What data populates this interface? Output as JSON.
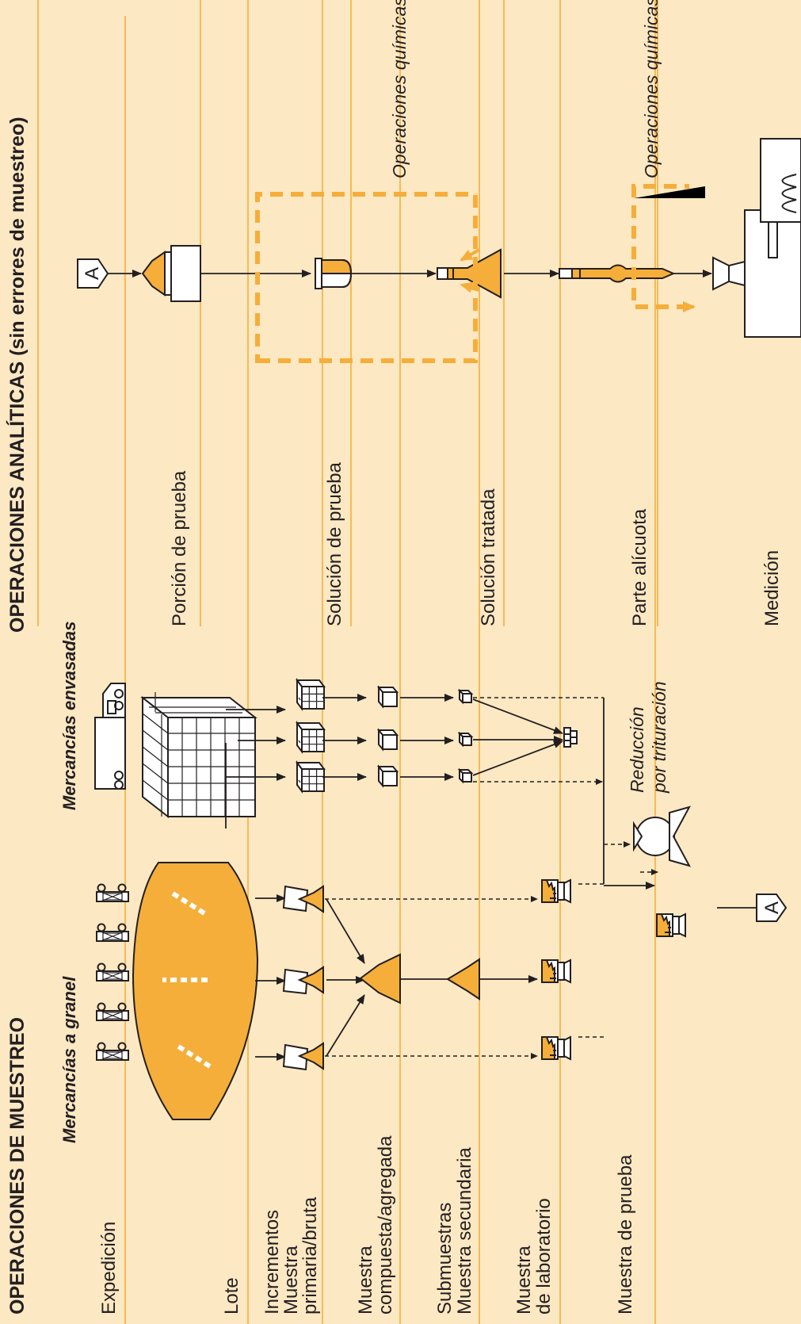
{
  "left_panel": {
    "title": "OPERACIONES DE MUESTREO",
    "column_headers": {
      "bulk": "Mercancías a granel",
      "packaged": "Mercancías envasadas"
    },
    "rows": [
      {
        "lines": [
          "Expedición"
        ]
      },
      {
        "lines": [
          "Lote"
        ]
      },
      {
        "lines": [
          "Incrementos",
          "Muestra",
          "primaria/bruta"
        ]
      },
      {
        "lines": [
          "Muestra",
          "compuesta/agregada"
        ]
      },
      {
        "lines": [
          "Submuestras",
          "Muestra secundaria"
        ]
      },
      {
        "lines": [
          "Muestra",
          "de laboratorio"
        ]
      },
      {
        "lines": [
          "Muestra de prueba"
        ]
      }
    ],
    "reduction_note": [
      "Reducción",
      "por trituración"
    ],
    "connector_label": "A"
  },
  "right_panel": {
    "title": "OPERACIONES ANALÍTICAS (sin errores de muestreo)",
    "rows": [
      {
        "label": "Porción de prueba"
      },
      {
        "label": "Solución de prueba"
      },
      {
        "label": "Solución tratada"
      },
      {
        "label": "Parte alícuota"
      },
      {
        "label": "Medición"
      }
    ],
    "chemical_ops_1": "Operaciones químicas",
    "chemical_ops_2": "Operaciones químicas",
    "connector_label": "A"
  },
  "colors": {
    "background": "#FCE8C3",
    "accent_orange": "#F5AE3A",
    "ink": "#231F20"
  }
}
